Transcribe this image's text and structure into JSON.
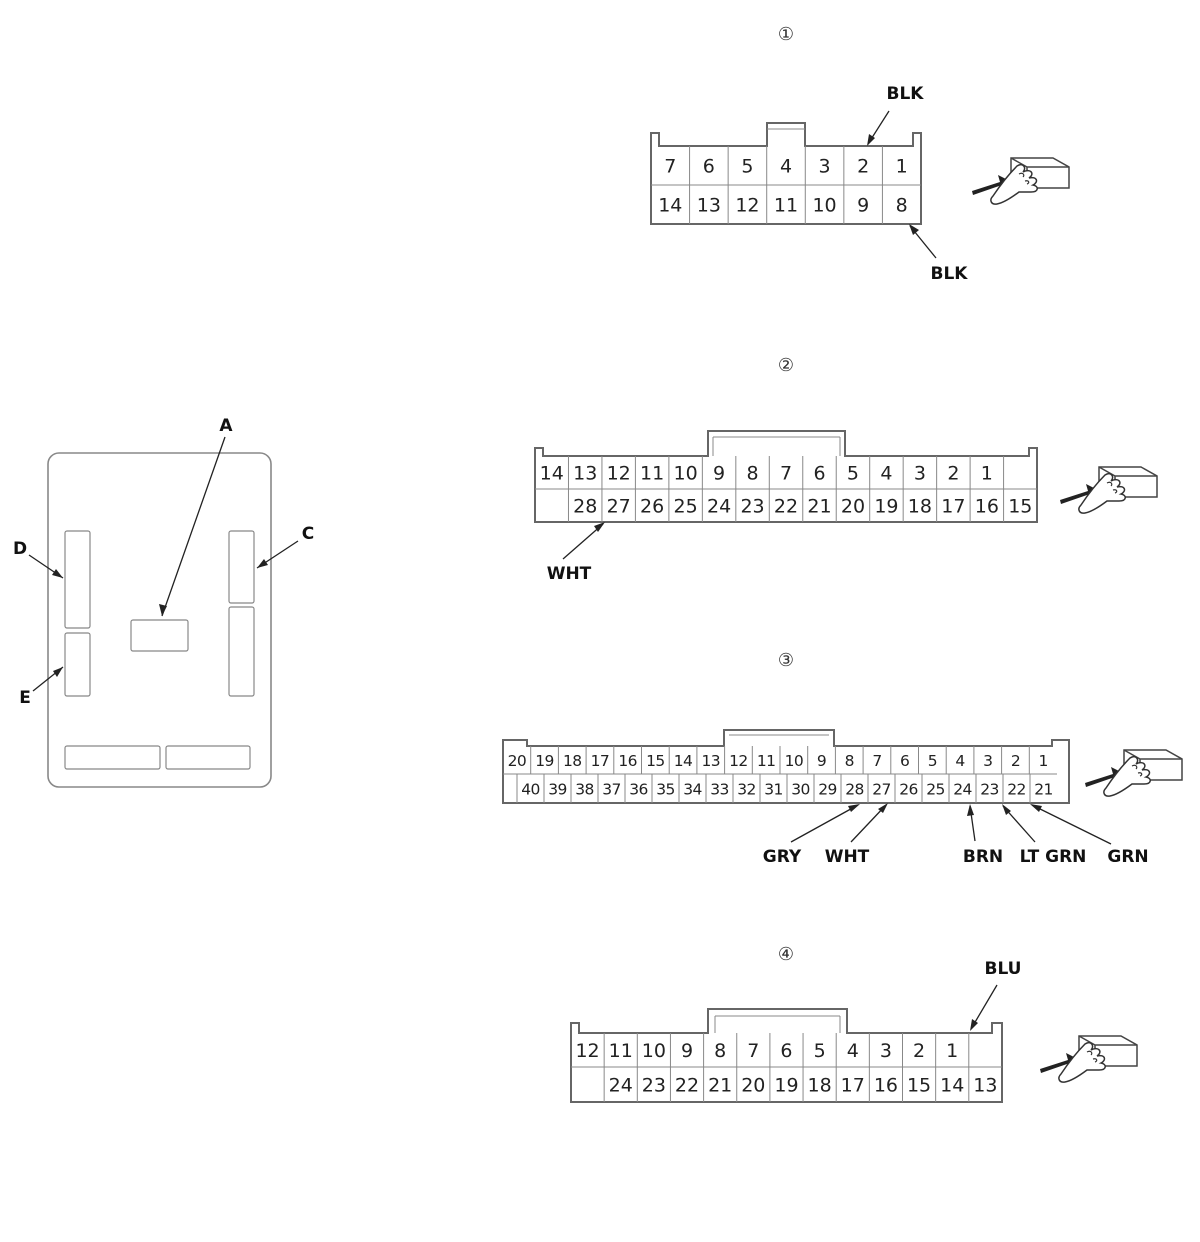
{
  "location_view": {
    "callouts": {
      "A": "A",
      "C": "C",
      "D": "D",
      "E": "E"
    }
  },
  "connectors": [
    {
      "id": "c1",
      "number": "①",
      "top_row": [
        "7",
        "6",
        "5",
        "4",
        "3",
        "2",
        "1"
      ],
      "bottom_row": [
        "14",
        "13",
        "12",
        "11",
        "10",
        "9",
        "8"
      ],
      "wire_labels": [
        {
          "pin": "2",
          "color": "BLK"
        },
        {
          "pin": "8",
          "color": "BLK"
        }
      ]
    },
    {
      "id": "c2",
      "number": "②",
      "top_row": [
        "14",
        "13",
        "12",
        "11",
        "10",
        "9",
        "8",
        "7",
        "6",
        "5",
        "4",
        "3",
        "2",
        "1",
        ""
      ],
      "bottom_row": [
        "",
        "28",
        "27",
        "26",
        "25",
        "24",
        "23",
        "22",
        "21",
        "20",
        "19",
        "18",
        "17",
        "16",
        "15"
      ],
      "wire_labels": [
        {
          "pin": "27",
          "color": "WHT"
        }
      ]
    },
    {
      "id": "c3",
      "number": "③",
      "top_row": [
        "20",
        "19",
        "18",
        "17",
        "16",
        "15",
        "14",
        "13",
        "12",
        "11",
        "10",
        "9",
        "8",
        "7",
        "6",
        "5",
        "4",
        "3",
        "2",
        "1"
      ],
      "bottom_row": [
        "40",
        "39",
        "38",
        "37",
        "36",
        "35",
        "34",
        "33",
        "32",
        "31",
        "30",
        "29",
        "28",
        "27",
        "26",
        "25",
        "24",
        "23",
        "22",
        "21"
      ],
      "wire_labels": [
        {
          "pin": "28",
          "color": "GRY"
        },
        {
          "pin": "27",
          "color": "WHT"
        },
        {
          "pin": "24",
          "color": "BRN"
        },
        {
          "pin": "23",
          "color": "LT GRN"
        },
        {
          "pin": "22",
          "color": "GRN"
        }
      ]
    },
    {
      "id": "c4",
      "number": "④",
      "top_row": [
        "12",
        "11",
        "10",
        "9",
        "8",
        "7",
        "6",
        "5",
        "4",
        "3",
        "2",
        "1",
        ""
      ],
      "bottom_row": [
        "",
        "24",
        "23",
        "22",
        "21",
        "20",
        "19",
        "18",
        "17",
        "16",
        "15",
        "14",
        "13"
      ],
      "wire_labels": [
        {
          "pin": "1",
          "color": "BLU"
        }
      ]
    }
  ]
}
